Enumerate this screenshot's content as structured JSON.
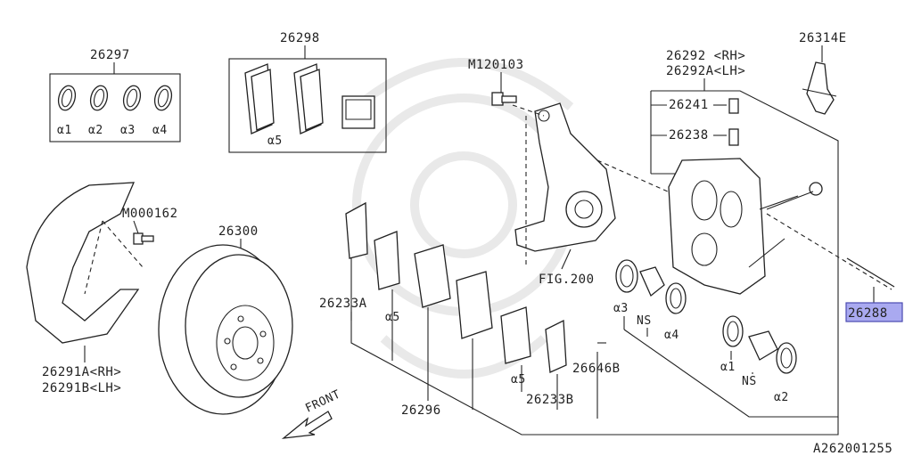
{
  "figure_id": "A262001255",
  "labels": {
    "p26297": "26297",
    "a1": "α1",
    "a2": "α2",
    "a3": "α3",
    "a4": "α4",
    "a5": "α5",
    "p26298": "26298",
    "pM120103": "M120103",
    "p26292": "26292 <RH>",
    "p26292A": "26292A<LH>",
    "p26314E": "26314E",
    "p26241": "26241",
    "p26238": "26238",
    "pM000162": "M000162",
    "p26300": "26300",
    "p26233A": "26233A",
    "fig200": "FIG.200",
    "p26288": "26288",
    "ns": "NS",
    "p26291A": "26291A<RH>",
    "p26291B": "26291B<LH>",
    "p26296": "26296",
    "p26233B": "26233B",
    "p26646B": "26646B",
    "front": "FRONT"
  },
  "colors": {
    "highlight_fill": "#a9a9f0",
    "highlight_border": "#4a4ab0",
    "line": "#222222",
    "watermark": "#e9e9e9"
  }
}
